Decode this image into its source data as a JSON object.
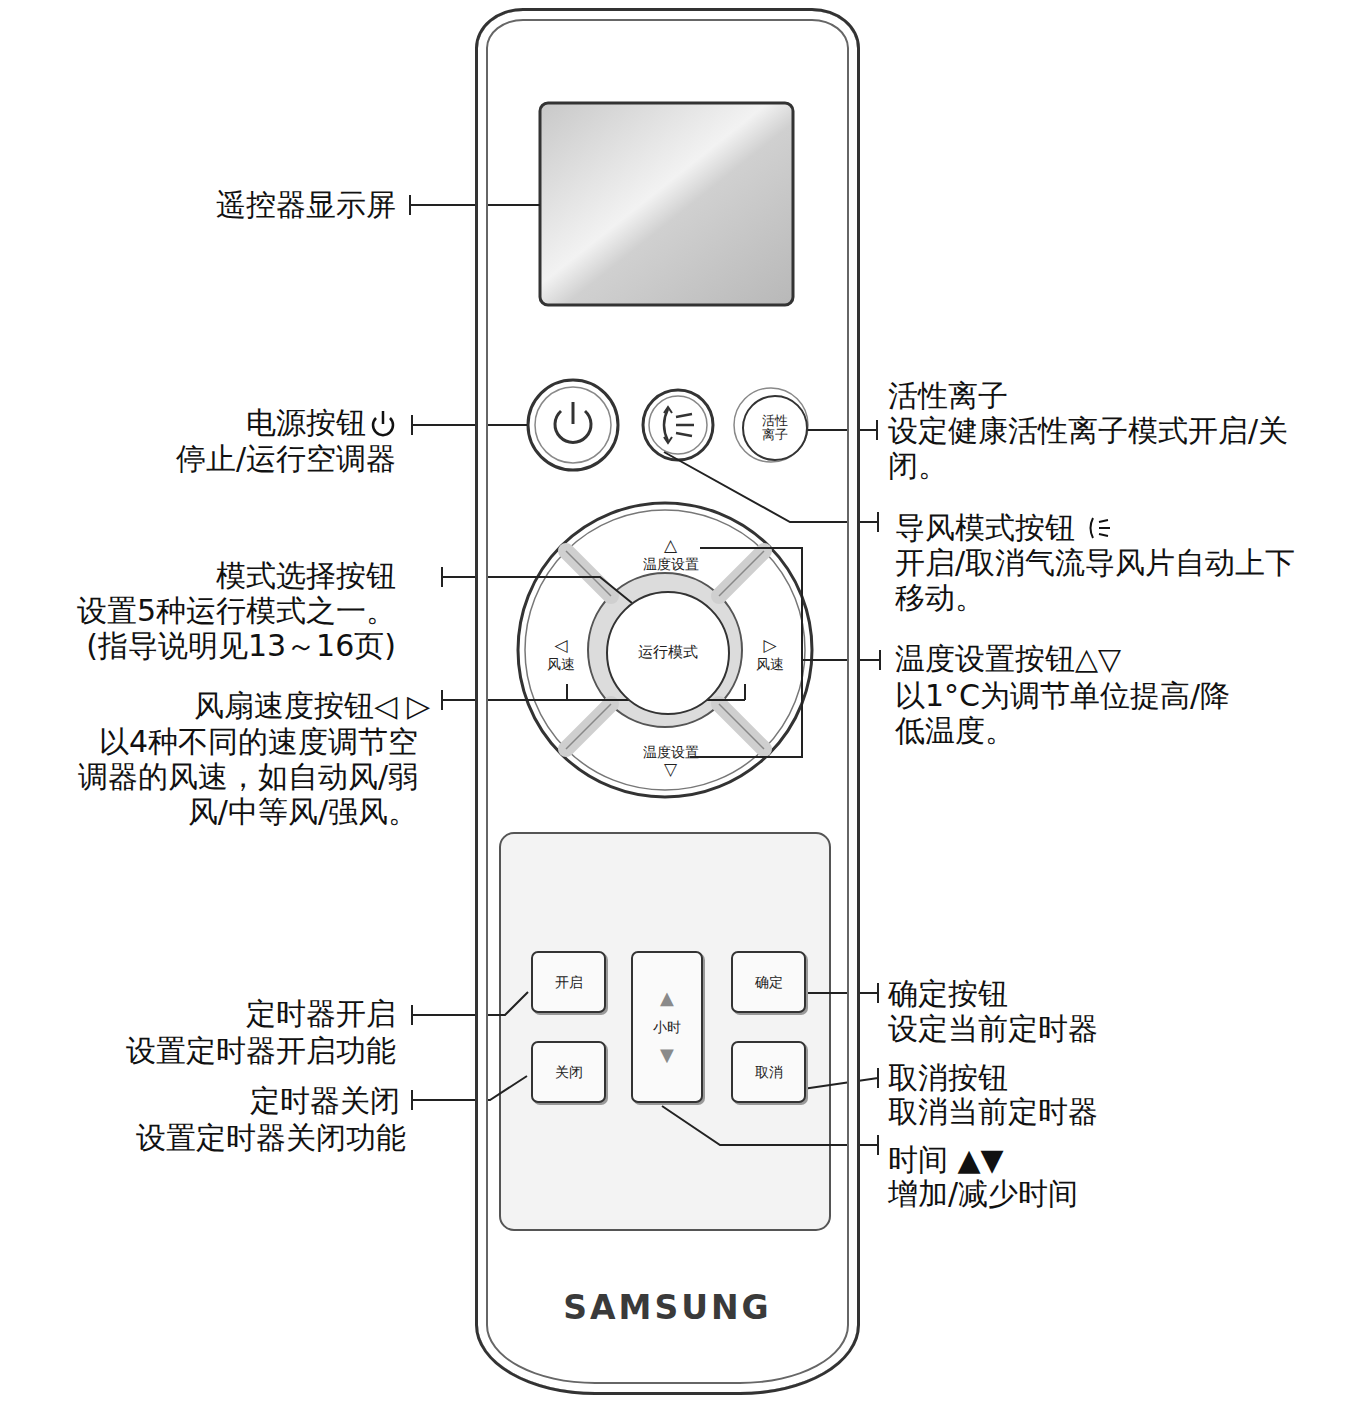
{
  "diagram": {
    "nodes": [
      {
        "text": [
          "SAMSUNG"
        ]
      },
      {
        "text": [
          "活性 离子"
        ],
        "in": 0
      },
      {
        "text": [
          "△",
          "温度设置"
        ],
        "in": 0
      },
      {
        "text": [
          "◁",
          "风速"
        ],
        "in": 0
      },
      {
        "text": [
          "运行模式"
        ],
        "in": 0
      },
      {
        "text": [
          "▷",
          "风速"
        ],
        "in": 0
      },
      {
        "text": [
          "温度设置",
          "▽"
        ],
        "in": 0
      },
      {
        "text": [
          "开启"
        ],
        "in": 0
      },
      {
        "text": [
          "▲",
          "小时",
          "▼"
        ],
        "in": 0
      },
      {
        "text": [
          "确定"
        ],
        "in": 0
      },
      {
        "text": [
          "关闭"
        ],
        "in": 0
      },
      {
        "text": [
          "取消"
        ],
        "in": 0
      }
    ],
    "labels": [
      "遥控器显示屏",
      "电源按钮",
      "停止/运行空调器",
      "活性离子",
      "设定健康活性离子模式开启/关闭。",
      "导风模式按钮",
      "开启/取消气流导风片自动上下移动。",
      "模式选择按钮",
      "设置5种运行模式之一。",
      "(指导说明见13～16页)",
      "温度设置按钮△▽",
      "以1°C为调节单位提高/降低温度。",
      "风扇速度按钮◁ ▷",
      "以4种不同的速度调节空调器的风速，如自动风/弱风/中等风/强风。",
      "定时器开启",
      "设置定时器开启功能",
      "定时器关闭",
      "设置定时器关闭功能",
      "确定按钮",
      "设定当前定时器",
      "取消按钮",
      "取消当前定时器",
      "时间 ▲▼",
      "增加/减少时间"
    ]
  }
}
